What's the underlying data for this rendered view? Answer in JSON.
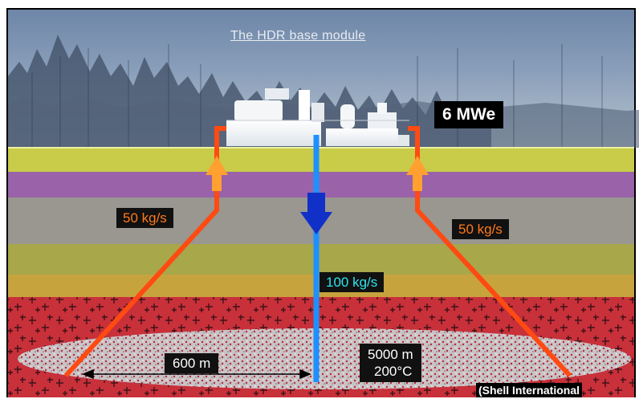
{
  "title": "The HDR base module",
  "power_output": "6 MWe",
  "flow_left": "50 kg/s",
  "flow_right": "50 kg/s",
  "flow_injection": "100 kg/s",
  "distance": "600 m",
  "depth": "5000 m",
  "temperature": "200°C",
  "credit": "(Shell International",
  "colors": {
    "label_orange": "#ff7a1a",
    "label_cyan": "#2ee6f0",
    "production_pipe": "#ff4a12",
    "injection_pipe": "#1e90ff",
    "up_arrow": "#ffa030",
    "down_arrow": "#1030c8",
    "hot_rock": "#c8303a"
  }
}
